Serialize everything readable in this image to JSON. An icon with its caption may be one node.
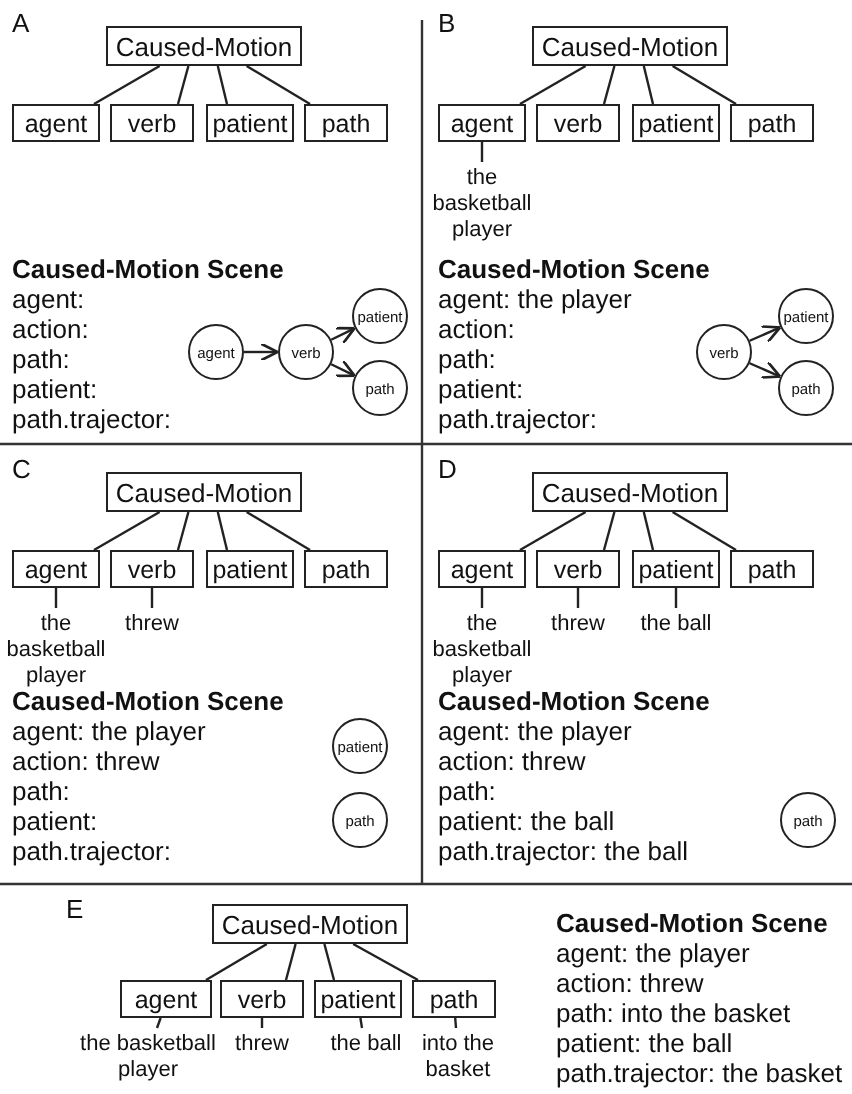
{
  "diagram": {
    "nodes": [
      {
        "text": [
          "Caused-Motion"
        ]
      },
      {
        "text": [
          "agent"
        ]
      },
      {
        "text": [
          "verb"
        ]
      },
      {
        "text": [
          "patient"
        ]
      },
      {
        "text": [
          "path"
        ]
      },
      {
        "text": [
          "agent"
        ]
      },
      {
        "text": [
          "verb"
        ]
      },
      {
        "text": [
          "patient"
        ]
      },
      {
        "text": [
          "path"
        ]
      },
      {
        "text": [
          "Caused-Motion"
        ]
      },
      {
        "text": [
          "agent"
        ]
      },
      {
        "text": [
          "verb"
        ]
      },
      {
        "text": [
          "patient"
        ]
      },
      {
        "text": [
          "path"
        ]
      },
      {
        "text": [
          "the basketball player"
        ]
      },
      {
        "text": [
          "verb"
        ]
      },
      {
        "text": [
          "patient"
        ]
      },
      {
        "text": [
          "path"
        ]
      },
      {
        "text": [
          "Caused-Motion"
        ]
      },
      {
        "text": [
          "agent"
        ]
      },
      {
        "text": [
          "verb"
        ]
      },
      {
        "text": [
          "patient"
        ]
      },
      {
        "text": [
          "path"
        ]
      },
      {
        "text": [
          "the basketball player"
        ]
      },
      {
        "text": [
          "threw"
        ]
      },
      {
        "text": [
          "patient"
        ]
      },
      {
        "text": [
          "path"
        ]
      },
      {
        "text": [
          "Caused-Motion"
        ]
      },
      {
        "text": [
          "agent"
        ]
      },
      {
        "text": [
          "verb"
        ]
      },
      {
        "text": [
          "patient"
        ]
      },
      {
        "text": [
          "path"
        ]
      },
      {
        "text": [
          "the basketball player"
        ]
      },
      {
        "text": [
          "threw"
        ]
      },
      {
        "text": [
          "the ball"
        ]
      },
      {
        "text": [
          "path"
        ]
      },
      {
        "text": [
          "Caused-Motion"
        ]
      },
      {
        "text": [
          "agent"
        ]
      },
      {
        "text": [
          "verb"
        ]
      },
      {
        "text": [
          "patient"
        ]
      },
      {
        "text": [
          "path"
        ]
      },
      {
        "text": [
          "the basketball player"
        ]
      },
      {
        "text": [
          "threw"
        ]
      },
      {
        "text": [
          "the ball"
        ]
      },
      {
        "text": [
          "into the basket"
        ]
      }
    ],
    "edges": [
      {
        "from": 0,
        "to": 1,
        "arrow": "none"
      },
      {
        "from": 0,
        "to": 2,
        "arrow": "none"
      },
      {
        "from": 0,
        "to": 3,
        "arrow": "none"
      },
      {
        "from": 0,
        "to": 4,
        "arrow": "none"
      },
      {
        "from": 5,
        "to": 6,
        "arrow": "to"
      },
      {
        "from": 6,
        "to": 7,
        "arrow": "to"
      },
      {
        "from": 6,
        "to": 8,
        "arrow": "to"
      },
      {
        "from": 9,
        "to": 10,
        "arrow": "none"
      },
      {
        "from": 9,
        "to": 11,
        "arrow": "none"
      },
      {
        "from": 9,
        "to": 12,
        "arrow": "none"
      },
      {
        "from": 9,
        "to": 13,
        "arrow": "none"
      },
      {
        "from": 10,
        "to": 14,
        "arrow": "none"
      },
      {
        "from": 15,
        "to": 16,
        "arrow": "to"
      },
      {
        "from": 15,
        "to": 17,
        "arrow": "to"
      },
      {
        "from": 18,
        "to": 19,
        "arrow": "none"
      },
      {
        "from": 18,
        "to": 20,
        "arrow": "none"
      },
      {
        "from": 18,
        "to": 21,
        "arrow": "none"
      },
      {
        "from": 18,
        "to": 22,
        "arrow": "none"
      },
      {
        "from": 19,
        "to": 23,
        "arrow": "none"
      },
      {
        "from": 20,
        "to": 24,
        "arrow": "none"
      },
      {
        "from": 27,
        "to": 28,
        "arrow": "none"
      },
      {
        "from": 27,
        "to": 29,
        "arrow": "none"
      },
      {
        "from": 27,
        "to": 30,
        "arrow": "none"
      },
      {
        "from": 27,
        "to": 31,
        "arrow": "none"
      },
      {
        "from": 28,
        "to": 32,
        "arrow": "none"
      },
      {
        "from": 29,
        "to": 33,
        "arrow": "none"
      },
      {
        "from": 30,
        "to": 34,
        "arrow": "none"
      },
      {
        "from": 36,
        "to": 37,
        "arrow": "none"
      },
      {
        "from": 36,
        "to": 38,
        "arrow": "none"
      },
      {
        "from": 36,
        "to": 39,
        "arrow": "none"
      },
      {
        "from": 36,
        "to": 40,
        "arrow": "none"
      },
      {
        "from": 37,
        "to": 41,
        "arrow": "none"
      },
      {
        "from": 38,
        "to": 42,
        "arrow": "none"
      },
      {
        "from": 39,
        "to": 43,
        "arrow": "none"
      },
      {
        "from": 40,
        "to": 44,
        "arrow": "none"
      }
    ],
    "labels": [
      "A",
      "Caused-Motion Scene",
      "agent:",
      "action:",
      "path:",
      "patient:",
      "path.trajector:",
      "B",
      "Caused-Motion Scene",
      "agent: the player",
      "action:",
      "path:",
      "patient:",
      "path.trajector:",
      "C",
      "Caused-Motion Scene",
      "agent: the player",
      "action: threw",
      "path:",
      "patient:",
      "path.trajector:",
      "D",
      "Caused-Motion Scene",
      "agent: the player",
      "action: threw",
      "path:",
      "patient: the ball",
      "path.trajector: the ball",
      "E",
      "Caused-Motion Scene",
      "agent: the player",
      "action: threw",
      "path: into the basket",
      "patient: the ball",
      "path.trajector: the basket"
    ]
  }
}
